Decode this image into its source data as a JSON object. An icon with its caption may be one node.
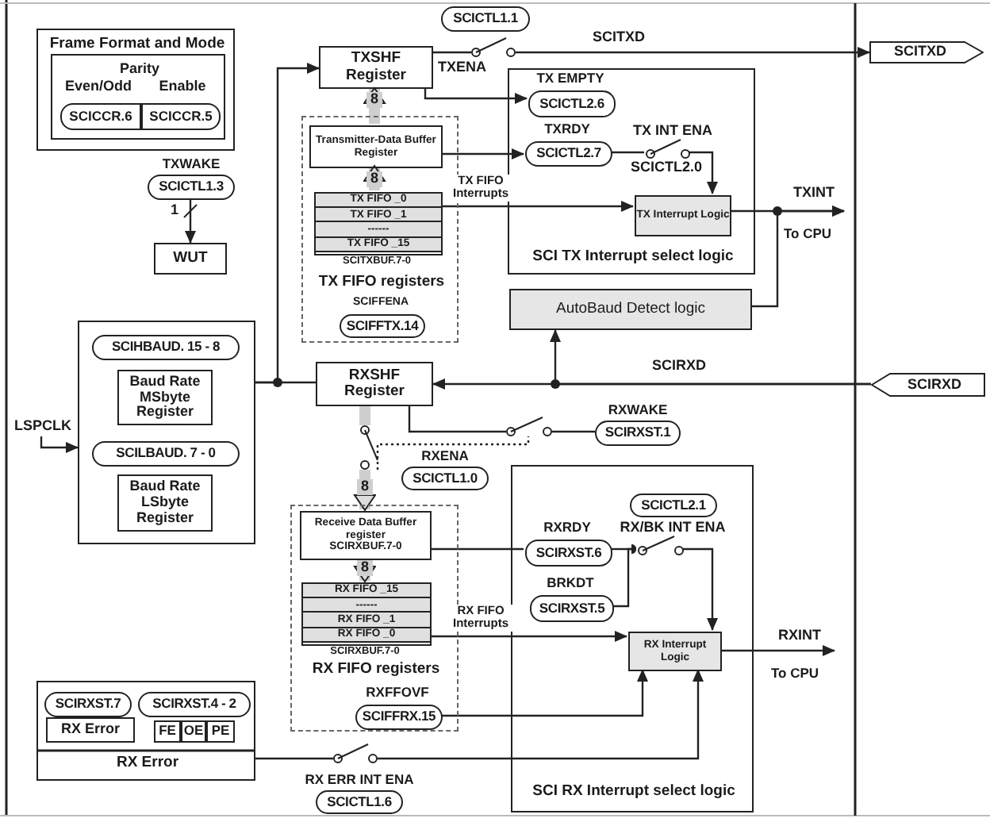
{
  "diagram": {
    "nodes": [
      {
        "text": [
          "Frame Format and Mode"
        ]
      },
      {
        "text": [
          "Parity",
          "Even/Odd",
          "Enable"
        ],
        "in": 0
      },
      {
        "text": [
          "SCICCR.6"
        ],
        "in": 1
      },
      {
        "text": [
          "SCICCR.5"
        ],
        "in": 1
      },
      {
        "text": [
          "SCICTL1.3"
        ],
        "beside": [
          "TXWAKE"
        ]
      },
      {
        "text": [
          "WUT"
        ]
      },
      {
        "text": [
          "TXSHF Register"
        ]
      },
      {
        "text": [
          "SCICTL1.1"
        ]
      },
      {
        "text": [
          "TX FIFO registers"
        ]
      },
      {
        "text": [
          "Transmitter-Data Buffer Register"
        ],
        "in": 8
      },
      {
        "text": [
          "TX FIFO _0",
          "TX FIFO _1",
          "------",
          "TX FIFO _15"
        ],
        "beside": [
          "SCITXBUF.7-0"
        ],
        "in": 8
      },
      {
        "text": [
          "SCIFFTX.14"
        ],
        "beside": [
          "SCIFFENA"
        ],
        "in": 8
      },
      {
        "text": [
          "SCI TX Interrupt select logic"
        ]
      },
      {
        "text": [
          "SCICTL2.6"
        ],
        "beside": [
          "TX EMPTY"
        ],
        "in": 12
      },
      {
        "text": [
          "SCICTL2.7"
        ],
        "beside": [
          "TXRDY"
        ],
        "in": 12
      },
      {
        "text": [
          "TX Interrupt Logic"
        ],
        "in": 12
      },
      {
        "text": [
          "AutoBaud Detect logic"
        ]
      },
      {
        "text": [
          "SCITXD"
        ]
      },
      {
        "text": [],
        "shape": "box"
      },
      {
        "text": [
          "SCIHBAUD. 15 - 8"
        ],
        "in": 18
      },
      {
        "text": [
          "Baud Rate MSbyte Register"
        ],
        "in": 18
      },
      {
        "text": [
          "SCILBAUD. 7 - 0"
        ],
        "in": 18
      },
      {
        "text": [
          "Baud Rate LSbyte Register"
        ],
        "in": 18
      },
      {
        "text": [
          "RXSHF Register"
        ]
      },
      {
        "text": [
          "SCIRXD"
        ]
      },
      {
        "text": [
          "SCICTL1.0"
        ],
        "beside": [
          "RXENA"
        ]
      },
      {
        "text": [
          "SCIRXST.1"
        ],
        "beside": [
          "RXWAKE"
        ]
      },
      {
        "text": [
          "RX FIFO registers"
        ]
      },
      {
        "text": [
          "Receive Data Buffer register",
          "SCIRXBUF.7-0"
        ],
        "in": 27
      },
      {
        "text": [
          "RX FIFO _15",
          "------",
          "RX FIFO _1",
          "RX FIFO _0"
        ],
        "beside": [
          "SCIRXBUF.7-0"
        ],
        "in": 27
      },
      {
        "text": [
          "SCIFFRX.15"
        ],
        "beside": [
          "RXFFOVF"
        ],
        "in": 27
      },
      {
        "text": [
          "SCI RX Interrupt select logic"
        ]
      },
      {
        "text": [
          "SCICTL2.1"
        ],
        "in": 31
      },
      {
        "text": [
          "SCIRXST.6"
        ],
        "beside": [
          "RXRDY"
        ],
        "in": 31
      },
      {
        "text": [
          "SCIRXST.5"
        ],
        "beside": [
          "BRKDT"
        ],
        "in": 31
      },
      {
        "text": [
          "RX Interrupt Logic"
        ],
        "in": 31
      },
      {
        "text": [
          "RX Error"
        ]
      },
      {
        "text": [
          "SCIRXST.7"
        ],
        "in": 36
      },
      {
        "text": [
          "RX Error"
        ],
        "in": 36
      },
      {
        "text": [
          "SCIRXST.4 - 2"
        ],
        "in": 36
      },
      {
        "text": [
          "FE"
        ],
        "in": 36
      },
      {
        "text": [
          "OE"
        ],
        "in": 36
      },
      {
        "text": [
          "PE"
        ],
        "in": 36
      },
      {
        "text": [
          "SCICTL1.6"
        ],
        "beside": [
          "RX ERR INT ENA"
        ]
      },
      {
        "text": [
          "LSPCLK"
        ]
      },
      {
        "text": [],
        "shape": "switch"
      },
      {
        "text": [],
        "shape": "switch",
        "in": 12
      },
      {
        "text": [],
        "shape": "switch"
      },
      {
        "text": [],
        "shape": "switch"
      },
      {
        "text": [],
        "shape": "switch",
        "in": 31
      },
      {
        "text": [],
        "shape": "switch"
      },
      {
        "text": [
          "To CPU"
        ]
      },
      {
        "text": [
          "To CPU"
        ]
      }
    ],
    "edges": [
      {
        "from": 6,
        "to": 45,
        "arrow": "none"
      },
      {
        "from": 45,
        "to": 17,
        "arrow": "to",
        "label": "SCITXD"
      },
      {
        "from": 9,
        "to": 6,
        "arrow": "to",
        "label": "8",
        "style": "thick",
        "color": "#cfcfcf"
      },
      {
        "from": 10,
        "to": 9,
        "arrow": "to",
        "label": "8",
        "style": "thick",
        "color": "#cfcfcf"
      },
      {
        "from": 6,
        "to": 13,
        "arrow": "to"
      },
      {
        "from": 9,
        "to": 14,
        "arrow": "to"
      },
      {
        "from": 14,
        "to": 46,
        "arrow": "none"
      },
      {
        "from": 46,
        "to": 15,
        "arrow": "to"
      },
      {
        "from": 10,
        "to": 15,
        "arrow": "to",
        "label": "TX FIFO Interrupts"
      },
      {
        "from": 15,
        "to": 51,
        "arrow": "to",
        "label": "TXINT"
      },
      {
        "from": 16,
        "to": 51,
        "arrow": "to"
      },
      {
        "from": 24,
        "to": 23,
        "arrow": "to",
        "label": "SCIRXD"
      },
      {
        "from": 24,
        "to": 16,
        "arrow": "to"
      },
      {
        "from": 18,
        "to": 23,
        "arrow": "none"
      },
      {
        "from": 18,
        "to": 6,
        "arrow": "to"
      },
      {
        "from": 44,
        "to": 18,
        "arrow": "to"
      },
      {
        "from": 23,
        "to": 47,
        "arrow": "none",
        "style": "thick",
        "color": "#cfcfcf"
      },
      {
        "from": 47,
        "to": 28,
        "arrow": "to",
        "label": "8",
        "style": "thick",
        "color": "#cfcfcf"
      },
      {
        "from": 23,
        "to": 48,
        "arrow": "none"
      },
      {
        "from": 48,
        "to": 26,
        "arrow": "none"
      },
      {
        "from": 47,
        "to": 48,
        "arrow": "none",
        "style": "dashed"
      },
      {
        "from": 28,
        "to": 29,
        "arrow": "to",
        "label": "8",
        "style": "thick",
        "color": "#cfcfcf"
      },
      {
        "from": 28,
        "to": 33,
        "arrow": "none"
      },
      {
        "from": 33,
        "to": 49,
        "arrow": "other"
      },
      {
        "from": 34,
        "to": 49,
        "arrow": "other"
      },
      {
        "from": 49,
        "to": 35,
        "arrow": "to"
      },
      {
        "from": 29,
        "to": 35,
        "arrow": "to",
        "label": "RX FIFO Interrupts"
      },
      {
        "from": 30,
        "to": 35,
        "arrow": "to"
      },
      {
        "from": 36,
        "to": 50,
        "arrow": "none"
      },
      {
        "from": 50,
        "to": 35,
        "arrow": "to"
      },
      {
        "from": 35,
        "to": 52,
        "arrow": "to",
        "label": "RXINT"
      },
      {
        "from": 4,
        "to": 5,
        "arrow": "to",
        "label": "1"
      }
    ],
    "labels": [
      "TXENA",
      "TX INT ENA",
      "SCICTL2.0",
      "RX/BK INT ENA"
    ]
  }
}
